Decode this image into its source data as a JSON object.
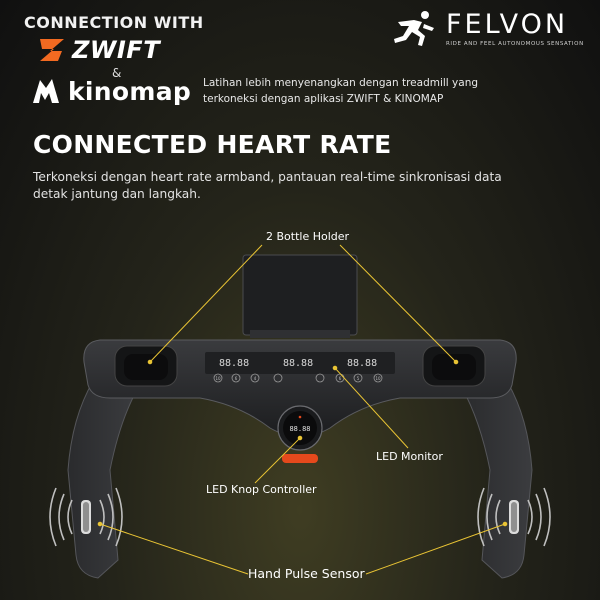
{
  "header": {
    "connection_title": "CONNECTION WITH",
    "zwift_label": "ZWIFT",
    "ampersand": "&",
    "kinomap_label": "kinomap",
    "connect_note": "Latihan lebih menyenangkan dengan treadmill yang terkoneksi dengan aplikasi ZWIFT & KINOMAP"
  },
  "brand": {
    "name": "FELVON",
    "tagline": "RIDE AND FEEL AUTONOMOUS SENSATION"
  },
  "main": {
    "headline": "CONNECTED HEART RATE",
    "description": "Terkoneksi dengan heart rate armband, pantauan real-time sinkronisasi data detak jantung dan langkah."
  },
  "callouts": {
    "bottle_holder": "2 Bottle Holder",
    "led_monitor": "LED Monitor",
    "led_knop": "LED Knop Controller",
    "hand_pulse": "Hand Pulse Sensor"
  },
  "console": {
    "display_value": "88.88",
    "left_buttons": [
      "10",
      "6",
      "4"
    ],
    "right_buttons": [
      "6",
      "5",
      "10"
    ]
  },
  "colors": {
    "zwift_orange": "#f26a21",
    "knop_orange": "#e5491c",
    "callout_line": "#e9c434",
    "console_body": "#2a2b2d"
  }
}
